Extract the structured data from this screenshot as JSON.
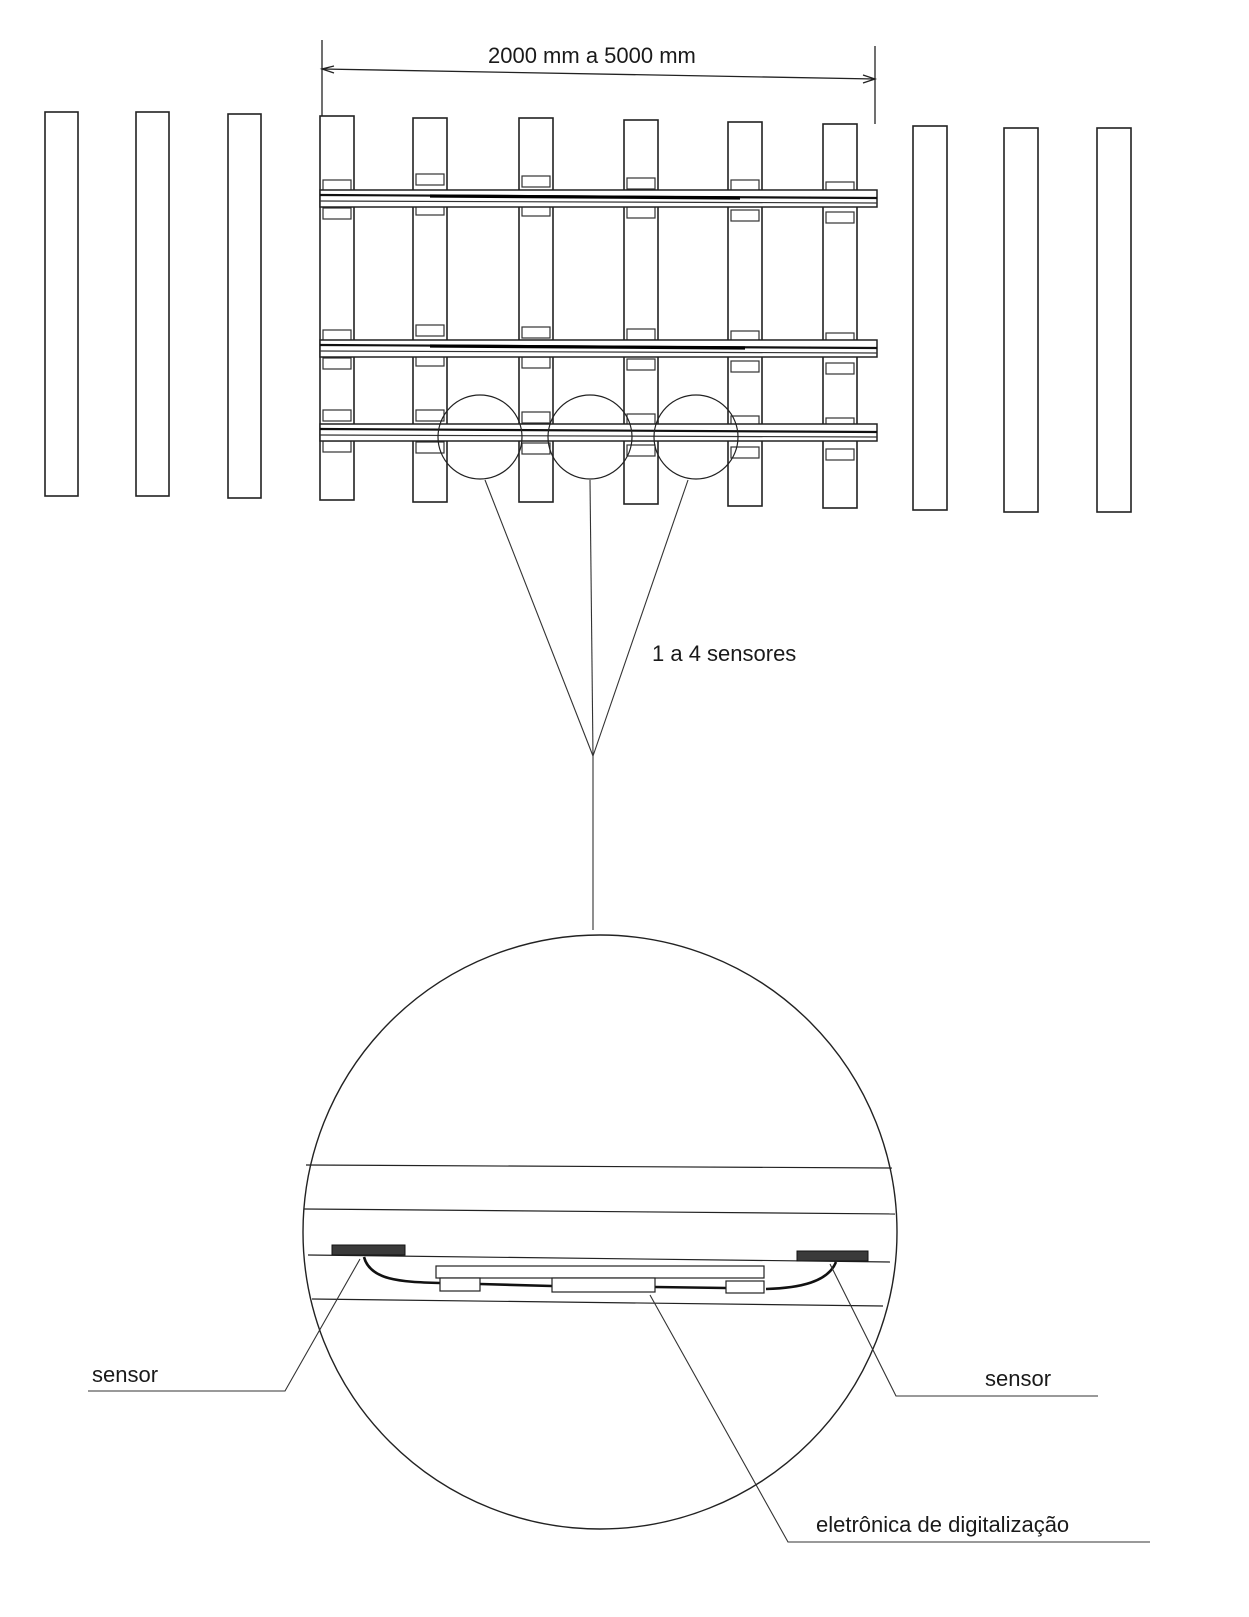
{
  "dimension_label": "2000 mm a 5000 mm",
  "sensor_group_label": "1 a 4 sensores",
  "sensor_left_label": "sensor",
  "sensor_right_label": "sensor",
  "electronics_label": "eletrônica de digitalização",
  "figure_label": ""
}
